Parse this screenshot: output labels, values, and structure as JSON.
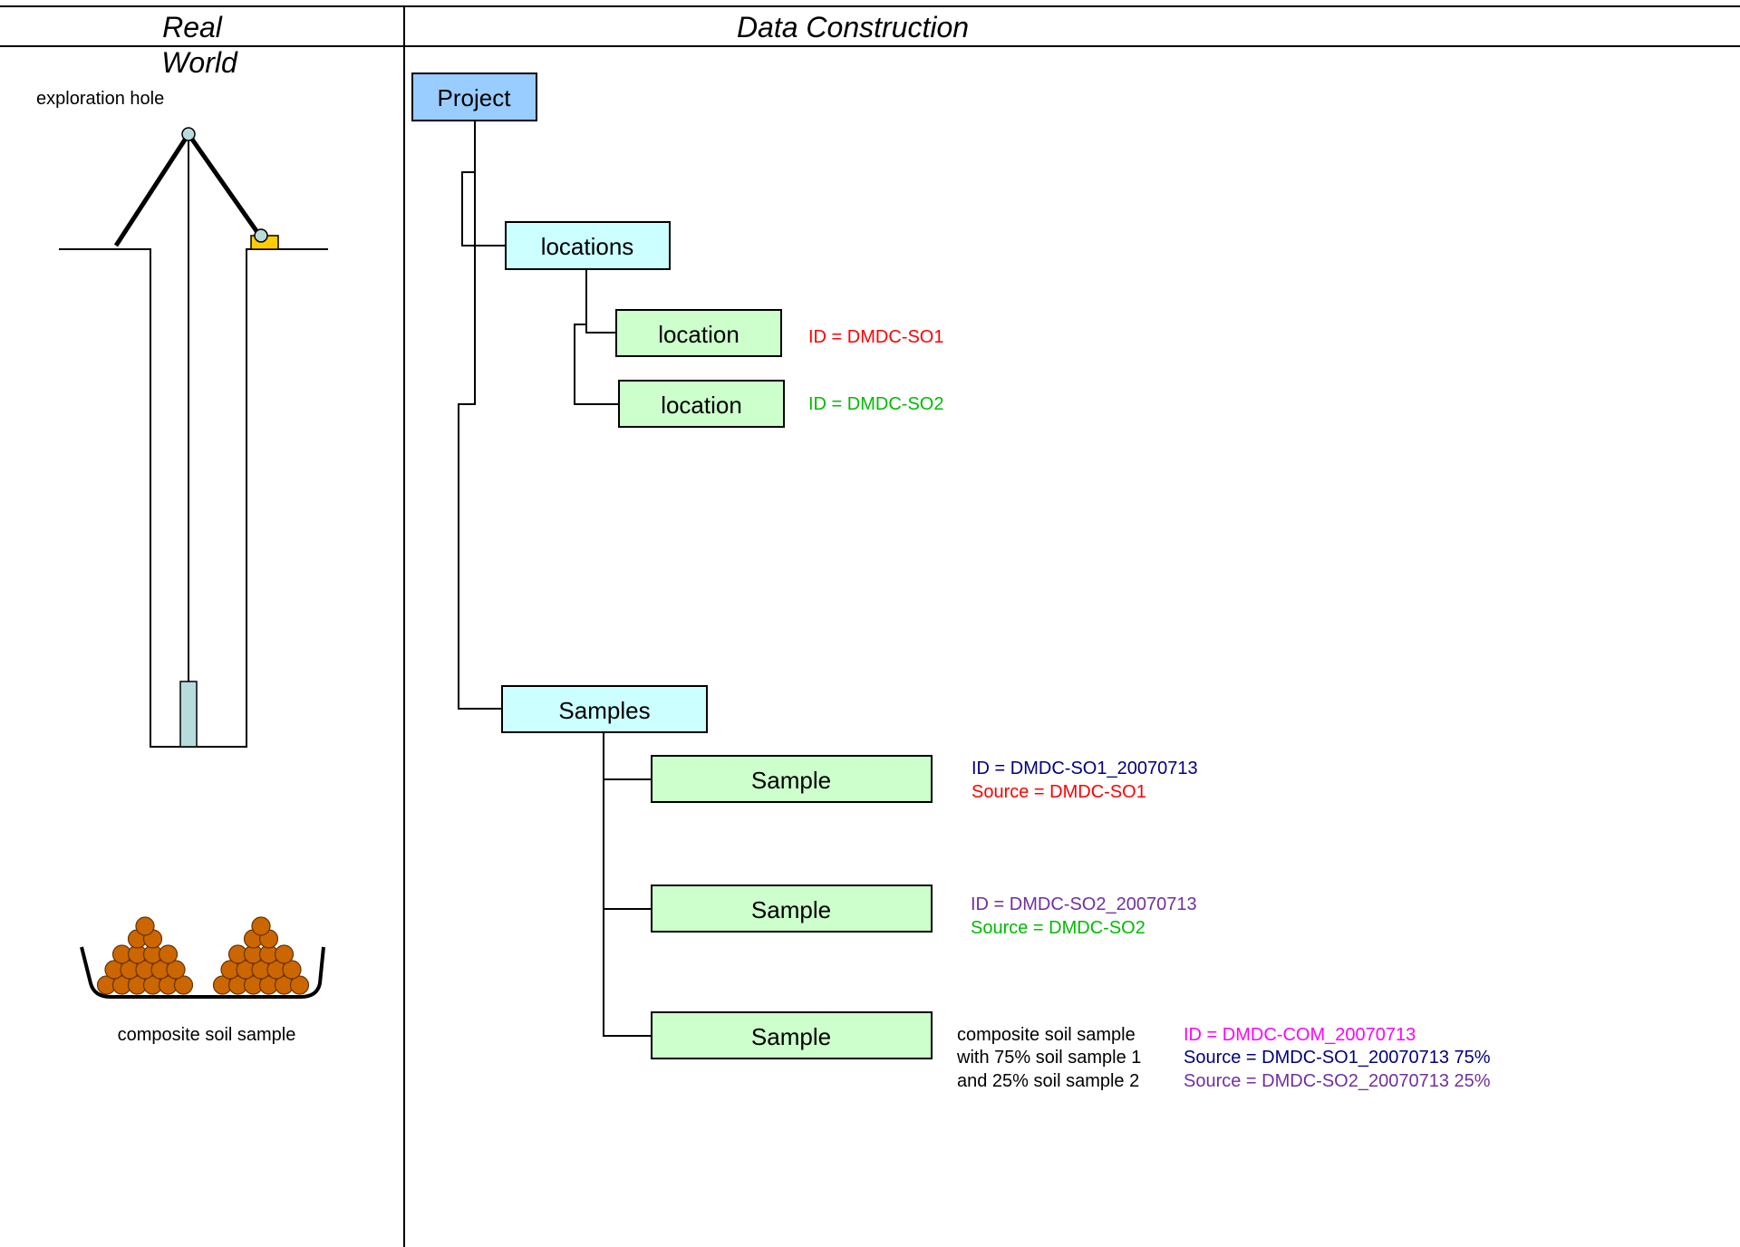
{
  "headers": {
    "real_world": [
      "Real",
      "World"
    ],
    "data_construction": "Data Construction"
  },
  "real_world": {
    "exploration_label": "exploration hole",
    "composite_label": "composite soil sample"
  },
  "nodes": {
    "project": "Project",
    "locations": "locations",
    "location_1": "location",
    "location_2": "location",
    "samples": "Samples",
    "sample_1": "Sample",
    "sample_2": "Sample",
    "sample_3": "Sample"
  },
  "annotations": {
    "location_1_id": "ID = DMDC-SO1",
    "location_2_id": "ID = DMDC-SO2",
    "sample_1_id": "ID = DMDC-SO1_20070713",
    "sample_1_source": "Source = DMDC-SO1",
    "sample_2_id": "ID = DMDC-SO2_20070713",
    "sample_2_source": "Source = DMDC-SO2",
    "sample_3_desc": [
      "composite soil sample",
      "with 75% soil sample 1",
      "and 25% soil sample 2"
    ],
    "sample_3_id": "ID = DMDC-COM_20070713",
    "sample_3_source_1": "Source = DMDC-SO1_20070713 75%",
    "sample_3_source_2": "Source = DMDC-SO2_20070713 25%"
  },
  "colors": {
    "project_fill": "#99ccff",
    "group_fill": "#ccffff",
    "item_fill": "#ccffcc",
    "red": "#ff0000",
    "green": "#00bb00",
    "navy": "#000080",
    "purple": "#7030a0",
    "magenta": "#ff00ff",
    "soil": "#cc6600",
    "soil_stroke": "#663300",
    "probe": "#b8dcdc",
    "winch": "#ffcc00",
    "pulley": "#b8dcdc"
  }
}
